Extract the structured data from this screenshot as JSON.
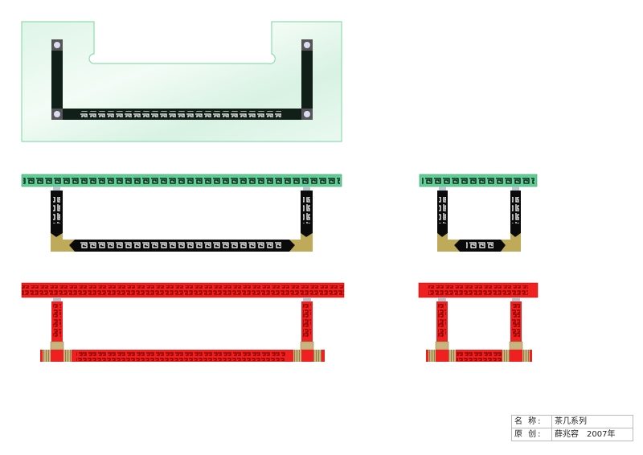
{
  "drawing": {
    "views": [
      "top-view",
      "front-view",
      "side-view",
      "red-front-view",
      "red-side-view"
    ],
    "colors": {
      "glass": "#e2f6ea",
      "glass_edge": "#8fdcb0",
      "green_top": "#5fcf95",
      "black": "#0a0a0a",
      "gold": "#bfaa5a",
      "red": "#ee2020",
      "dark_red": "#8a0000",
      "tan": "#c8b47e"
    }
  },
  "title_block": {
    "name_label": "名 称:",
    "name_value": "茶几系列",
    "author_label": "原 创:",
    "author_value": "薛兆容",
    "year": "2007年"
  }
}
